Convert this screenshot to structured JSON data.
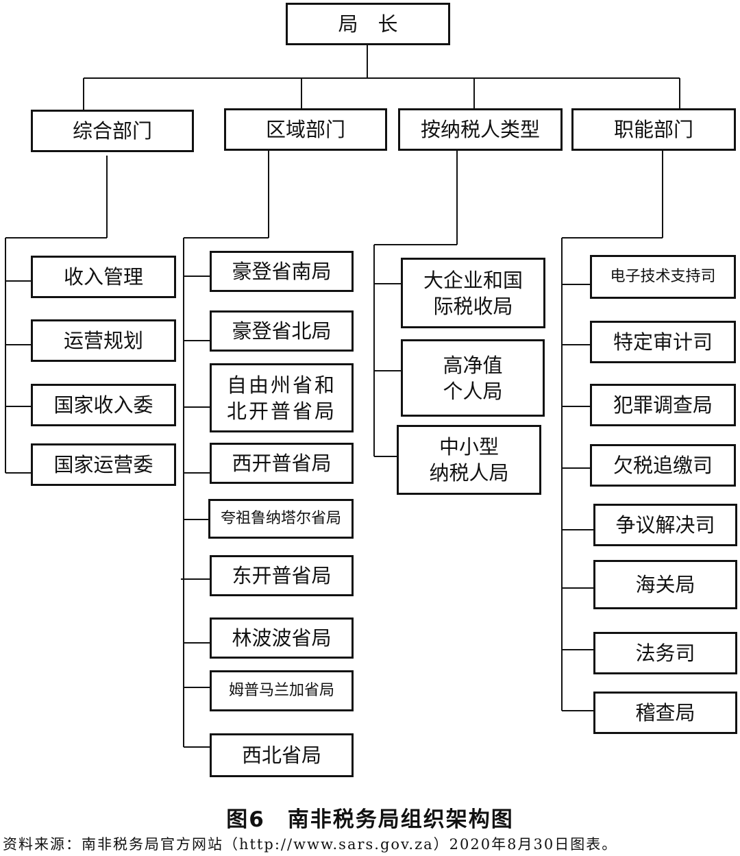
{
  "root": "局　长",
  "departments": [
    "综合部门",
    "区域部门",
    "按纳税人类型",
    "职能部门"
  ],
  "general": [
    "收入管理",
    "运营规划",
    "国家收入委",
    "国家运营委"
  ],
  "regional": [
    "豪登省南局",
    "豪登省北局",
    "自由州省和\n北开普省局",
    "西开普省局",
    "夸祖鲁纳塔尔省局",
    "东开普省局",
    "林波波省局",
    "姆普马兰加省局",
    "西北省局"
  ],
  "taxpayer": [
    "大企业和国\n际税收局",
    "高净值\n个人局",
    "中小型\n纳税人局"
  ],
  "functional": [
    "电子技术支持司",
    "特定审计司",
    "犯罪调查局",
    "欠税追缴司",
    "争议解决司",
    "海关局",
    "法务司",
    "稽查局"
  ],
  "caption": "图6　南非税务局组织架构图",
  "source": "资料来源：南非税务局官方网站（http://www.sars.gov.za）2020年8月30日图表。"
}
